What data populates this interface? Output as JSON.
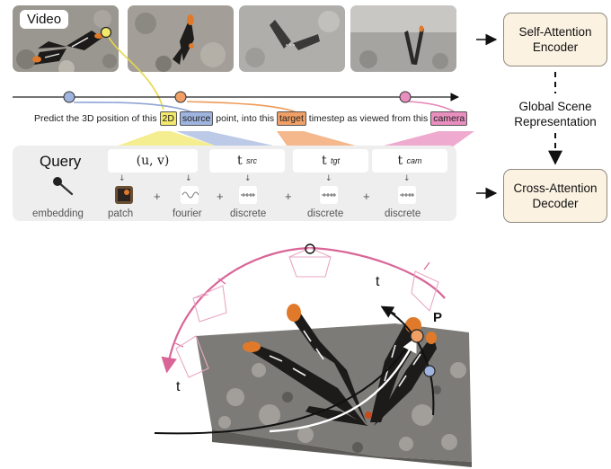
{
  "video_label": "Video",
  "sentence": {
    "part1": "Predict the 3D position of this",
    "tag_2d": "2D",
    "tag_source": "source",
    "part2": "point, into this",
    "tag_target": "target",
    "part3": "timestep as viewed from this",
    "tag_camera": "camera"
  },
  "query": {
    "title": "Query",
    "embedding_label": "embedding",
    "tokens": {
      "uv": "(u, v)",
      "t": "t",
      "src_sub": "src",
      "tgt_sub": "tgt",
      "cam_sub": "cam"
    },
    "labels": {
      "patch": "patch",
      "fourier": "fourier",
      "discrete1": "discrete",
      "discrete2": "discrete",
      "discrete3": "discrete"
    }
  },
  "encoder": {
    "line1": "Self-Attention",
    "line2": "Encoder"
  },
  "scene": {
    "line1": "Global Scene",
    "line2": "Representation"
  },
  "decoder": {
    "line1": "Cross-Attention",
    "line2": "Decoder"
  },
  "scene3d": {
    "t_label_1": "t",
    "t_label_2": "t",
    "p_label": "P"
  },
  "colors": {
    "yellow": "#f2e86b",
    "blue": "#9fb4de",
    "orange": "#f0a066",
    "pink": "#e98fbf",
    "box_fill": "#fbf2e2",
    "pink_arc": "#d96597"
  },
  "icons": [
    "pin-icon",
    "patch-icon",
    "wave-icon",
    "ticks-icon",
    "arrow-icon"
  ]
}
